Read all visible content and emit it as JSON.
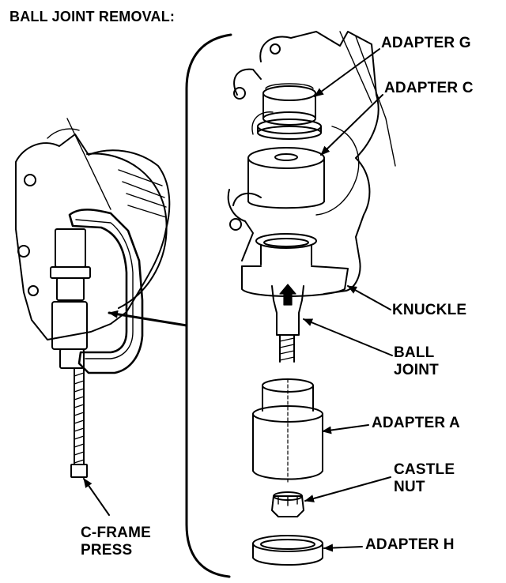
{
  "title": "BALL JOINT REMOVAL:",
  "labels": {
    "adapter_g": "ADAPTER G",
    "adapter_c": "ADAPTER C",
    "knuckle": "KNUCKLE",
    "ball_joint_line1": "BALL",
    "ball_joint_line2": "JOINT",
    "adapter_a": "ADAPTER A",
    "castle_nut_line1": "CASTLE",
    "castle_nut_line2": "NUT",
    "adapter_h": "ADAPTER H",
    "c_frame_line1": "C-FRAME",
    "c_frame_line2": "PRESS"
  },
  "colors": {
    "ink": "#000000",
    "paper": "#ffffff"
  }
}
